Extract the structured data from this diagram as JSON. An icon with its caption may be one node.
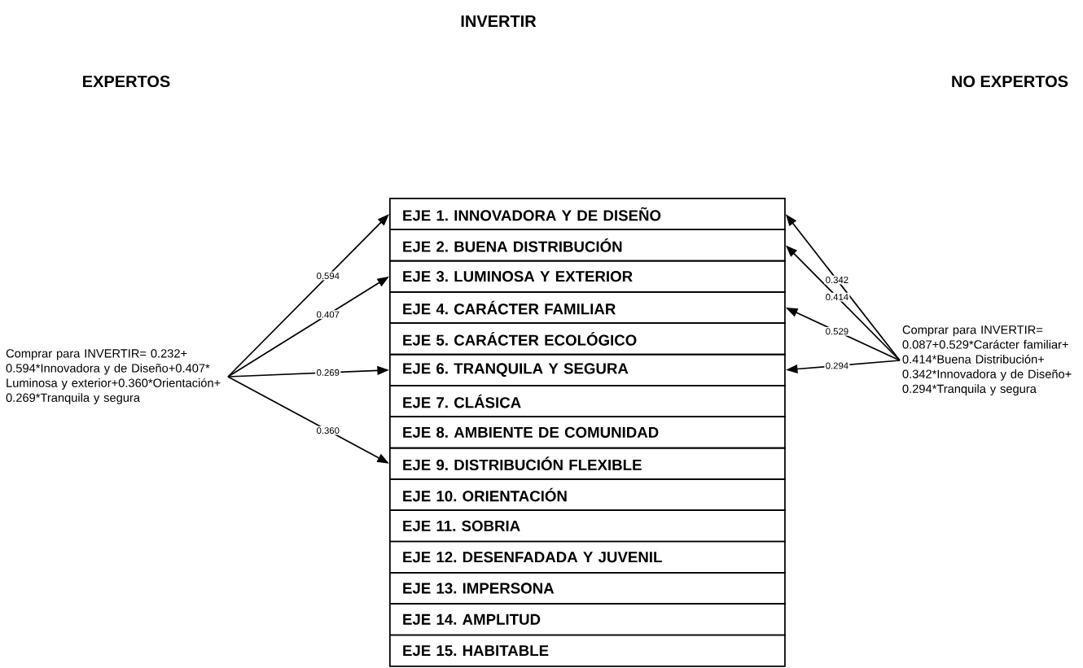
{
  "diagram": {
    "title": "INVERTIR",
    "nodes": [
      {
        "text": [
          "Comprar para INVERTIR= 0.232+0.594*Innovadora y de Diseño+0.407*Luminosa y exterior+0.360*Orientación+0.269*Tranquila y segura"
        ]
      },
      {
        "text": [
          "EJE 1. INNOVADORA Y DE DISEÑO"
        ]
      },
      {
        "text": [
          "EJE 2. BUENA DISTRIBUCIÓN"
        ]
      },
      {
        "text": [
          "EJE 3. LUMINOSA Y EXTERIOR"
        ]
      },
      {
        "text": [
          "EJE 4. CARÁCTER FAMILIAR"
        ]
      },
      {
        "text": [
          "EJE 5. CARÁCTER ECOLÓGICO"
        ]
      },
      {
        "text": [
          "EJE 6. TRANQUILA Y SEGURA"
        ]
      },
      {
        "text": [
          "EJE 7. CLÁSICA"
        ]
      },
      {
        "text": [
          "EJE 8. AMBIENTE DE COMUNIDAD"
        ]
      },
      {
        "text": [
          "EJE 9. DISTRIBUCIÓN FLEXIBLE"
        ]
      },
      {
        "text": [
          "EJE 10. ORIENTACIÓN"
        ]
      },
      {
        "text": [
          "EJE 11. SOBRIA"
        ]
      },
      {
        "text": [
          "EJE 12. DESENFADADA  Y JUVENIL"
        ]
      },
      {
        "text": [
          "EJE 13. IMPERSONA"
        ]
      },
      {
        "text": [
          "EJE 14. AMPLITUD"
        ]
      },
      {
        "text": [
          "EJE 15. HABITABLE"
        ]
      },
      {
        "text": [
          "Comprar para INVERTIR= 0.087+0.529*Carácter familiar+0.414*Buena Distribución+ 0.342*Innovadora y de Diseño+ 0.294*Tranquila y segura"
        ]
      }
    ],
    "edges": [
      {
        "from": 0,
        "to": 1,
        "arrow": "to",
        "label": "0.594"
      },
      {
        "from": 0,
        "to": 3,
        "arrow": "to",
        "label": "0.407"
      },
      {
        "from": 0,
        "to": 6,
        "arrow": "to",
        "label": "0.269"
      },
      {
        "from": 0,
        "to": 9,
        "arrow": "to",
        "label": "0.360"
      },
      {
        "from": 16,
        "to": 1,
        "arrow": "to",
        "label": "0.342"
      },
      {
        "from": 16,
        "to": 2,
        "arrow": "to",
        "label": "0.414"
      },
      {
        "from": 16,
        "to": 4,
        "arrow": "to",
        "label": "0.529"
      },
      {
        "from": 16,
        "to": 6,
        "arrow": "to",
        "label": "0.294"
      }
    ],
    "labels": [
      "EXPERTOS",
      "NO EXPERTOS"
    ]
  }
}
